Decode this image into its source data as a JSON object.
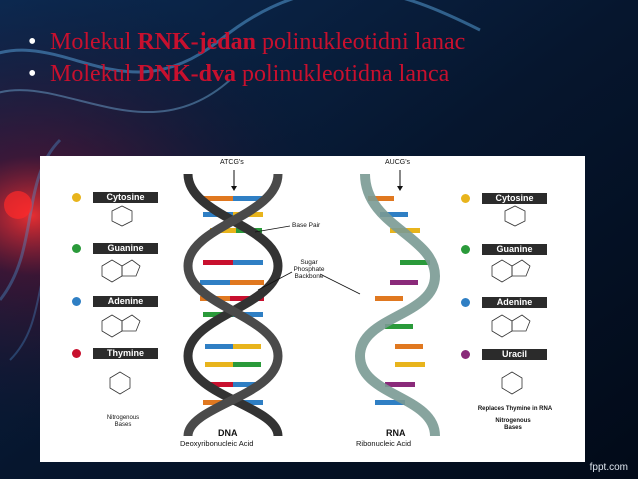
{
  "slide": {
    "bullets": [
      {
        "pre": "Molekul ",
        "bold": "RNK-jedan",
        "post": " polinukleotidni lanac"
      },
      {
        "pre": "Molekul ",
        "bold": "DNK-dva",
        "post": " polinukleotidna lanca"
      }
    ],
    "footer": "fppt.com"
  },
  "figure": {
    "dna_top_label": "ATCG's",
    "rna_top_label": "AUCG's",
    "annotation_base_pair": "Base Pair",
    "annotation_backbone": "Sugar Phosphate Backbone",
    "dna_title": "DNA",
    "dna_subtitle": "Deoxyribonucleic Acid",
    "rna_title": "RNA",
    "rna_subtitle": "Ribonucleic Acid",
    "left_bases": [
      {
        "name": "Cytosine",
        "color": "#e8b41c"
      },
      {
        "name": "Guanine",
        "color": "#2a9a3a"
      },
      {
        "name": "Adenine",
        "color": "#2f7fc4"
      },
      {
        "name": "Thymine",
        "color": "#c8102e"
      }
    ],
    "right_bases": [
      {
        "name": "Cytosine",
        "color": "#e8b41c"
      },
      {
        "name": "Guanine",
        "color": "#2a9a3a"
      },
      {
        "name": "Adenine",
        "color": "#2f7fc4"
      },
      {
        "name": "Uracil",
        "color": "#8a2a7a"
      }
    ],
    "left_footnote": "Nitrogenous Bases",
    "right_note": "Replaces Thymine in RNA",
    "right_footnote": "Nitrogenous Bases"
  }
}
